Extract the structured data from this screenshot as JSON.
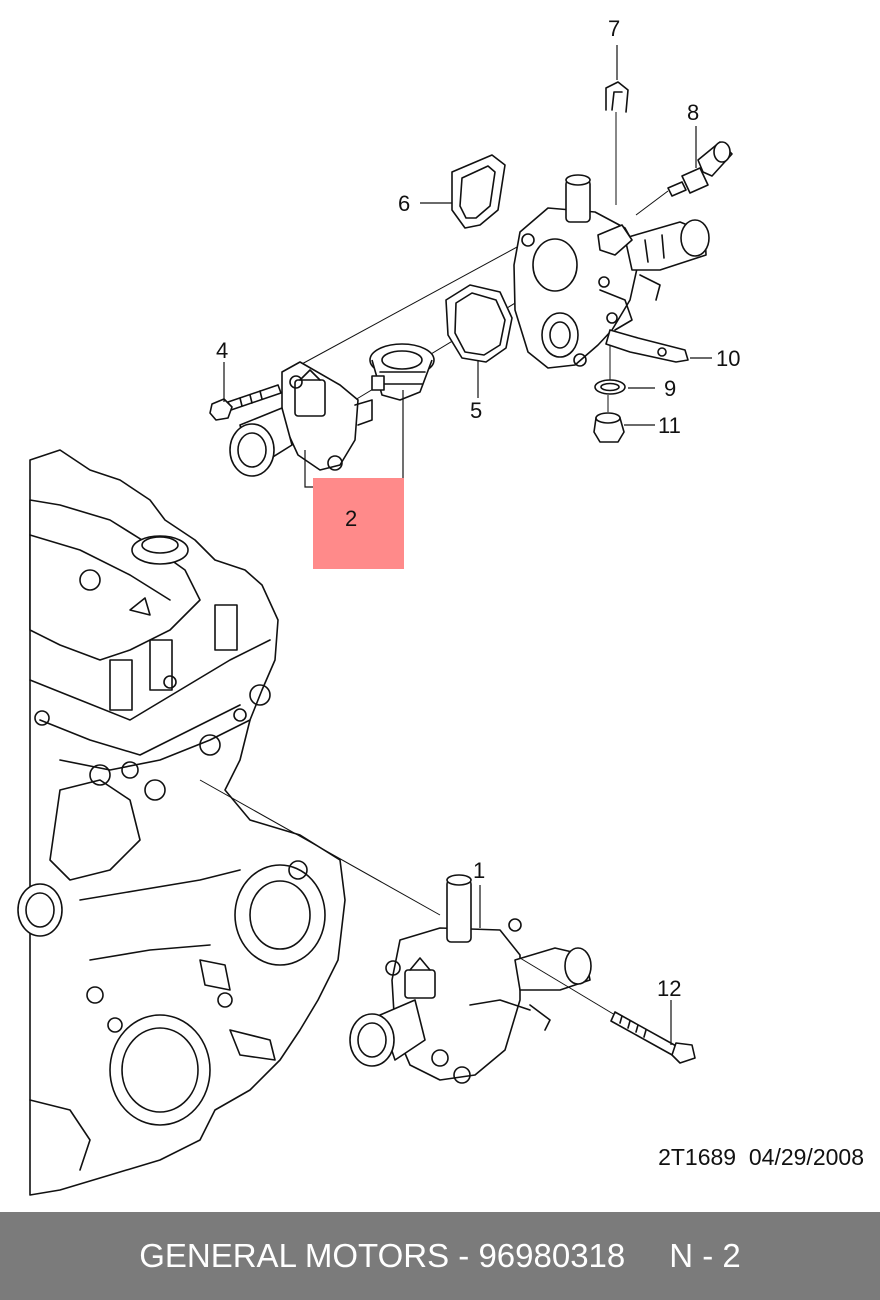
{
  "callouts": {
    "c1": "1",
    "c2": "2",
    "c4": "4",
    "c5": "5",
    "c6": "6",
    "c7": "7",
    "c8": "8",
    "c9": "9",
    "c10": "10",
    "c11": "11",
    "c12": "12"
  },
  "reference": {
    "code": "2T1689",
    "date": "04/29/2008"
  },
  "footer": {
    "brand": "GENERAL MOTORS",
    "separator": "-",
    "part_number": "96980318",
    "position": "N - 2"
  },
  "colors": {
    "highlight": "#ff8a8a",
    "footer_bg": "#7b7b7b",
    "footer_text": "#ffffff"
  }
}
